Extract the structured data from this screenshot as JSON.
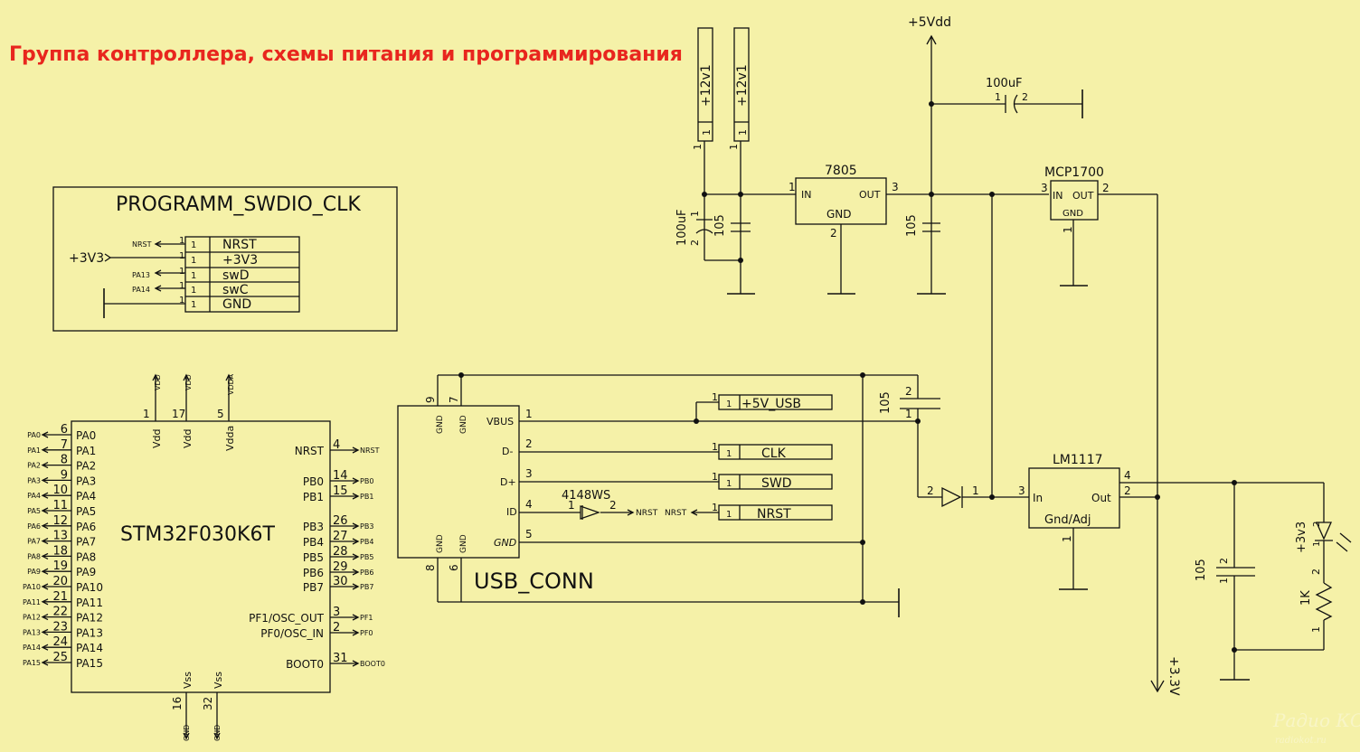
{
  "title": "Группа контроллера, схемы питания и программирования",
  "colors": {
    "background": "#f5f1a8",
    "title": "#e8261e",
    "wire": "#111111"
  },
  "programmer": {
    "name": "PROGRAMM_SWDIO_CLK",
    "pins": [
      {
        "num": "1",
        "label": "NRST",
        "net": "NRST"
      },
      {
        "num": "1",
        "label": "+3V3",
        "net": "+3V3"
      },
      {
        "num": "1",
        "label": "swD",
        "net": "PA13"
      },
      {
        "num": "1",
        "label": "swC",
        "net": "PA14"
      },
      {
        "num": "1",
        "label": "GND",
        "net": ""
      }
    ]
  },
  "mcu": {
    "name": "STM32F030K6T",
    "left_pins": [
      {
        "num": "6",
        "label": "PA0",
        "net": "PA0"
      },
      {
        "num": "7",
        "label": "PA1",
        "net": "PA1"
      },
      {
        "num": "8",
        "label": "PA2",
        "net": "PA2"
      },
      {
        "num": "9",
        "label": "PA3",
        "net": "PA3"
      },
      {
        "num": "10",
        "label": "PA4",
        "net": "PA4"
      },
      {
        "num": "11",
        "label": "PA5",
        "net": "PA5"
      },
      {
        "num": "12",
        "label": "PA6",
        "net": "PA6"
      },
      {
        "num": "13",
        "label": "PA7",
        "net": "PA7"
      },
      {
        "num": "18",
        "label": "PA8",
        "net": "PA8"
      },
      {
        "num": "19",
        "label": "PA9",
        "net": "PA9"
      },
      {
        "num": "20",
        "label": "PA10",
        "net": "PA10"
      },
      {
        "num": "21",
        "label": "PA11",
        "net": "PA11"
      },
      {
        "num": "22",
        "label": "PA12",
        "net": "PA12"
      },
      {
        "num": "23",
        "label": "PA13",
        "net": "PA13"
      },
      {
        "num": "24",
        "label": "PA14",
        "net": "PA14"
      },
      {
        "num": "25",
        "label": "PA15",
        "net": "PA15"
      }
    ],
    "right_pins": [
      {
        "num": "4",
        "label": "NRST",
        "net": "NRST"
      },
      {
        "num": "14",
        "label": "PB0",
        "net": "PB0"
      },
      {
        "num": "15",
        "label": "PB1",
        "net": "PB1"
      },
      {
        "num": "26",
        "label": "PB3",
        "net": "PB3"
      },
      {
        "num": "27",
        "label": "PB4",
        "net": "PB4"
      },
      {
        "num": "28",
        "label": "PB5",
        "net": "PB5"
      },
      {
        "num": "29",
        "label": "PB6",
        "net": "PB6"
      },
      {
        "num": "30",
        "label": "PB7",
        "net": "PB7"
      },
      {
        "num": "3",
        "label": "PF1/OSC_OUT",
        "net": "PF1"
      },
      {
        "num": "2",
        "label": "PF0/OSC_IN",
        "net": "PF0"
      },
      {
        "num": "31",
        "label": "BOOT0",
        "net": "BOOT0"
      }
    ],
    "top_pins": [
      {
        "num": "1",
        "label": "Vdd",
        "net": "VDD"
      },
      {
        "num": "17",
        "label": "Vdd",
        "net": "VDD"
      },
      {
        "num": "5",
        "label": "Vdda",
        "net": "VDDA"
      }
    ],
    "bottom_pins": [
      {
        "num": "16",
        "label": "Vss",
        "net": "GND"
      },
      {
        "num": "32",
        "label": "Vss",
        "net": "GND"
      }
    ]
  },
  "usb": {
    "name": "USB_CONN",
    "pins": [
      {
        "num": "1",
        "label": "VBUS"
      },
      {
        "num": "2",
        "label": "D-"
      },
      {
        "num": "3",
        "label": "D+"
      },
      {
        "num": "4",
        "label": "ID"
      },
      {
        "num": "5",
        "label": "GND"
      }
    ],
    "gnd_top_pins": [
      "9",
      "7"
    ],
    "gnd_bottom_pins": [
      "8",
      "6"
    ],
    "gnd_label": "GND"
  },
  "usb_labels": [
    {
      "num": "1",
      "label": "+5V_USB"
    },
    {
      "num": "1",
      "label": "CLK"
    },
    {
      "num": "1",
      "label": "SWD"
    },
    {
      "num": "1",
      "label": "NRST"
    }
  ],
  "diode_4148": {
    "name": "4148WS",
    "pin1": "1",
    "pin2": "2",
    "net_a": "NRST",
    "net_b": "NRST"
  },
  "power_conn": [
    {
      "label": "+12v1",
      "pin": "1"
    },
    {
      "label": "+12v1",
      "pin": "1"
    }
  ],
  "reg_7805": {
    "name": "7805",
    "in": "IN",
    "out": "OUT",
    "gnd": "GND",
    "pin_in": "1",
    "pin_out": "3",
    "pin_gnd": "2"
  },
  "reg_mcp": {
    "name": "MCP1700",
    "in": "IN",
    "out": "OUT",
    "gnd": "GND",
    "pin_in": "3",
    "pin_out": "2",
    "pin_gnd": "1"
  },
  "reg_lm": {
    "name": "LM1117",
    "in": "In",
    "out": "Out",
    "gnd": "Gnd/Adj",
    "pin_in": "3",
    "pin_out": "2",
    "pin_out2": "4",
    "pin_gnd": "1"
  },
  "caps": {
    "c_100uf_top": {
      "value": "100uF",
      "pin1": "1",
      "pin2": "2"
    },
    "c_100uf_left": {
      "value": "100uF",
      "pin1": "1",
      "pin2": "2"
    },
    "c_105_left": "105",
    "c_105_mid": "105",
    "c_105_usb": {
      "value": "105",
      "pin1": "1",
      "pin2": "2"
    },
    "c_105_right": {
      "value": "105",
      "pin1": "1",
      "pin2": "2"
    }
  },
  "diode_main": {
    "pin1": "1",
    "pin2": "2"
  },
  "resistor": {
    "value": "1K",
    "pin1": "1",
    "pin2": "2"
  },
  "led": {
    "label": "+3v3",
    "pin1": "1",
    "pin2": "2"
  },
  "nets": {
    "vdd5": "+5Vdd",
    "v33": "+3.3V",
    "v3v3": "+3V3",
    "vdd": "VDD",
    "vdda": "VDDA",
    "gnd": "GND"
  },
  "watermark": {
    "line1": "Радио КОТ",
    "line2": "radiokot.ru"
  }
}
